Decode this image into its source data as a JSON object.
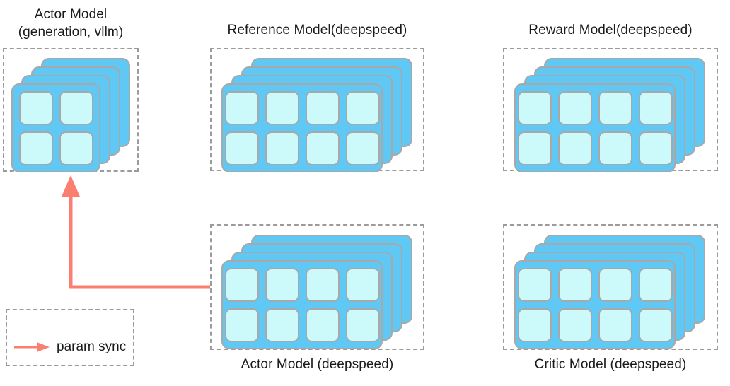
{
  "diagram": {
    "title_actor_vllm": "Actor Model\n(generation, vllm)",
    "title_reference": "Reference Model(deepspeed)",
    "title_reward": "Reward Model(deepspeed)",
    "label_actor_deepspeed": "Actor Model (deepspeed)",
    "label_critic_deepspeed": "Critic Model (deepspeed)"
  },
  "legend": {
    "arrow_icon": "param-sync-arrow-icon",
    "label": "param sync"
  },
  "groups": [
    {
      "id": "actor-vllm",
      "name": "actor-model-vllm-group",
      "title": "Actor Model\n(generation, vllm)",
      "title_position": "top",
      "stack_count": 4,
      "grid": {
        "cols": 2,
        "rows": 2,
        "cells": 4
      }
    },
    {
      "id": "reference",
      "name": "reference-model-group",
      "title": "Reference Model(deepspeed)",
      "title_position": "top",
      "stack_count": 4,
      "grid": {
        "cols": 4,
        "rows": 2,
        "cells": 8
      }
    },
    {
      "id": "reward",
      "name": "reward-model-group",
      "title": "Reward Model(deepspeed)",
      "title_position": "top",
      "stack_count": 4,
      "grid": {
        "cols": 4,
        "rows": 2,
        "cells": 8
      }
    },
    {
      "id": "actor-deepspeed",
      "name": "actor-model-deepspeed-group",
      "title": "Actor Model (deepspeed)",
      "title_position": "bottom",
      "stack_count": 4,
      "grid": {
        "cols": 4,
        "rows": 2,
        "cells": 8
      }
    },
    {
      "id": "critic",
      "name": "critic-model-group",
      "title": "Critic Model (deepspeed)",
      "title_position": "bottom",
      "stack_count": 4,
      "grid": {
        "cols": 4,
        "rows": 2,
        "cells": 8
      }
    }
  ],
  "connections": [
    {
      "name": "param-sync-connection",
      "from": "actor-deepspeed",
      "to": "actor-vllm",
      "style": "elbow-arrow",
      "color": "#FB7F70"
    }
  ],
  "colors": {
    "card_fill": "#5FC8F5",
    "cell_fill": "#CCF9FA",
    "card_border": "#a8a8a8",
    "group_border": "#9b9b9b",
    "arrow": "#FB7F70",
    "text": "#1a1a1a",
    "background": "#ffffff"
  }
}
